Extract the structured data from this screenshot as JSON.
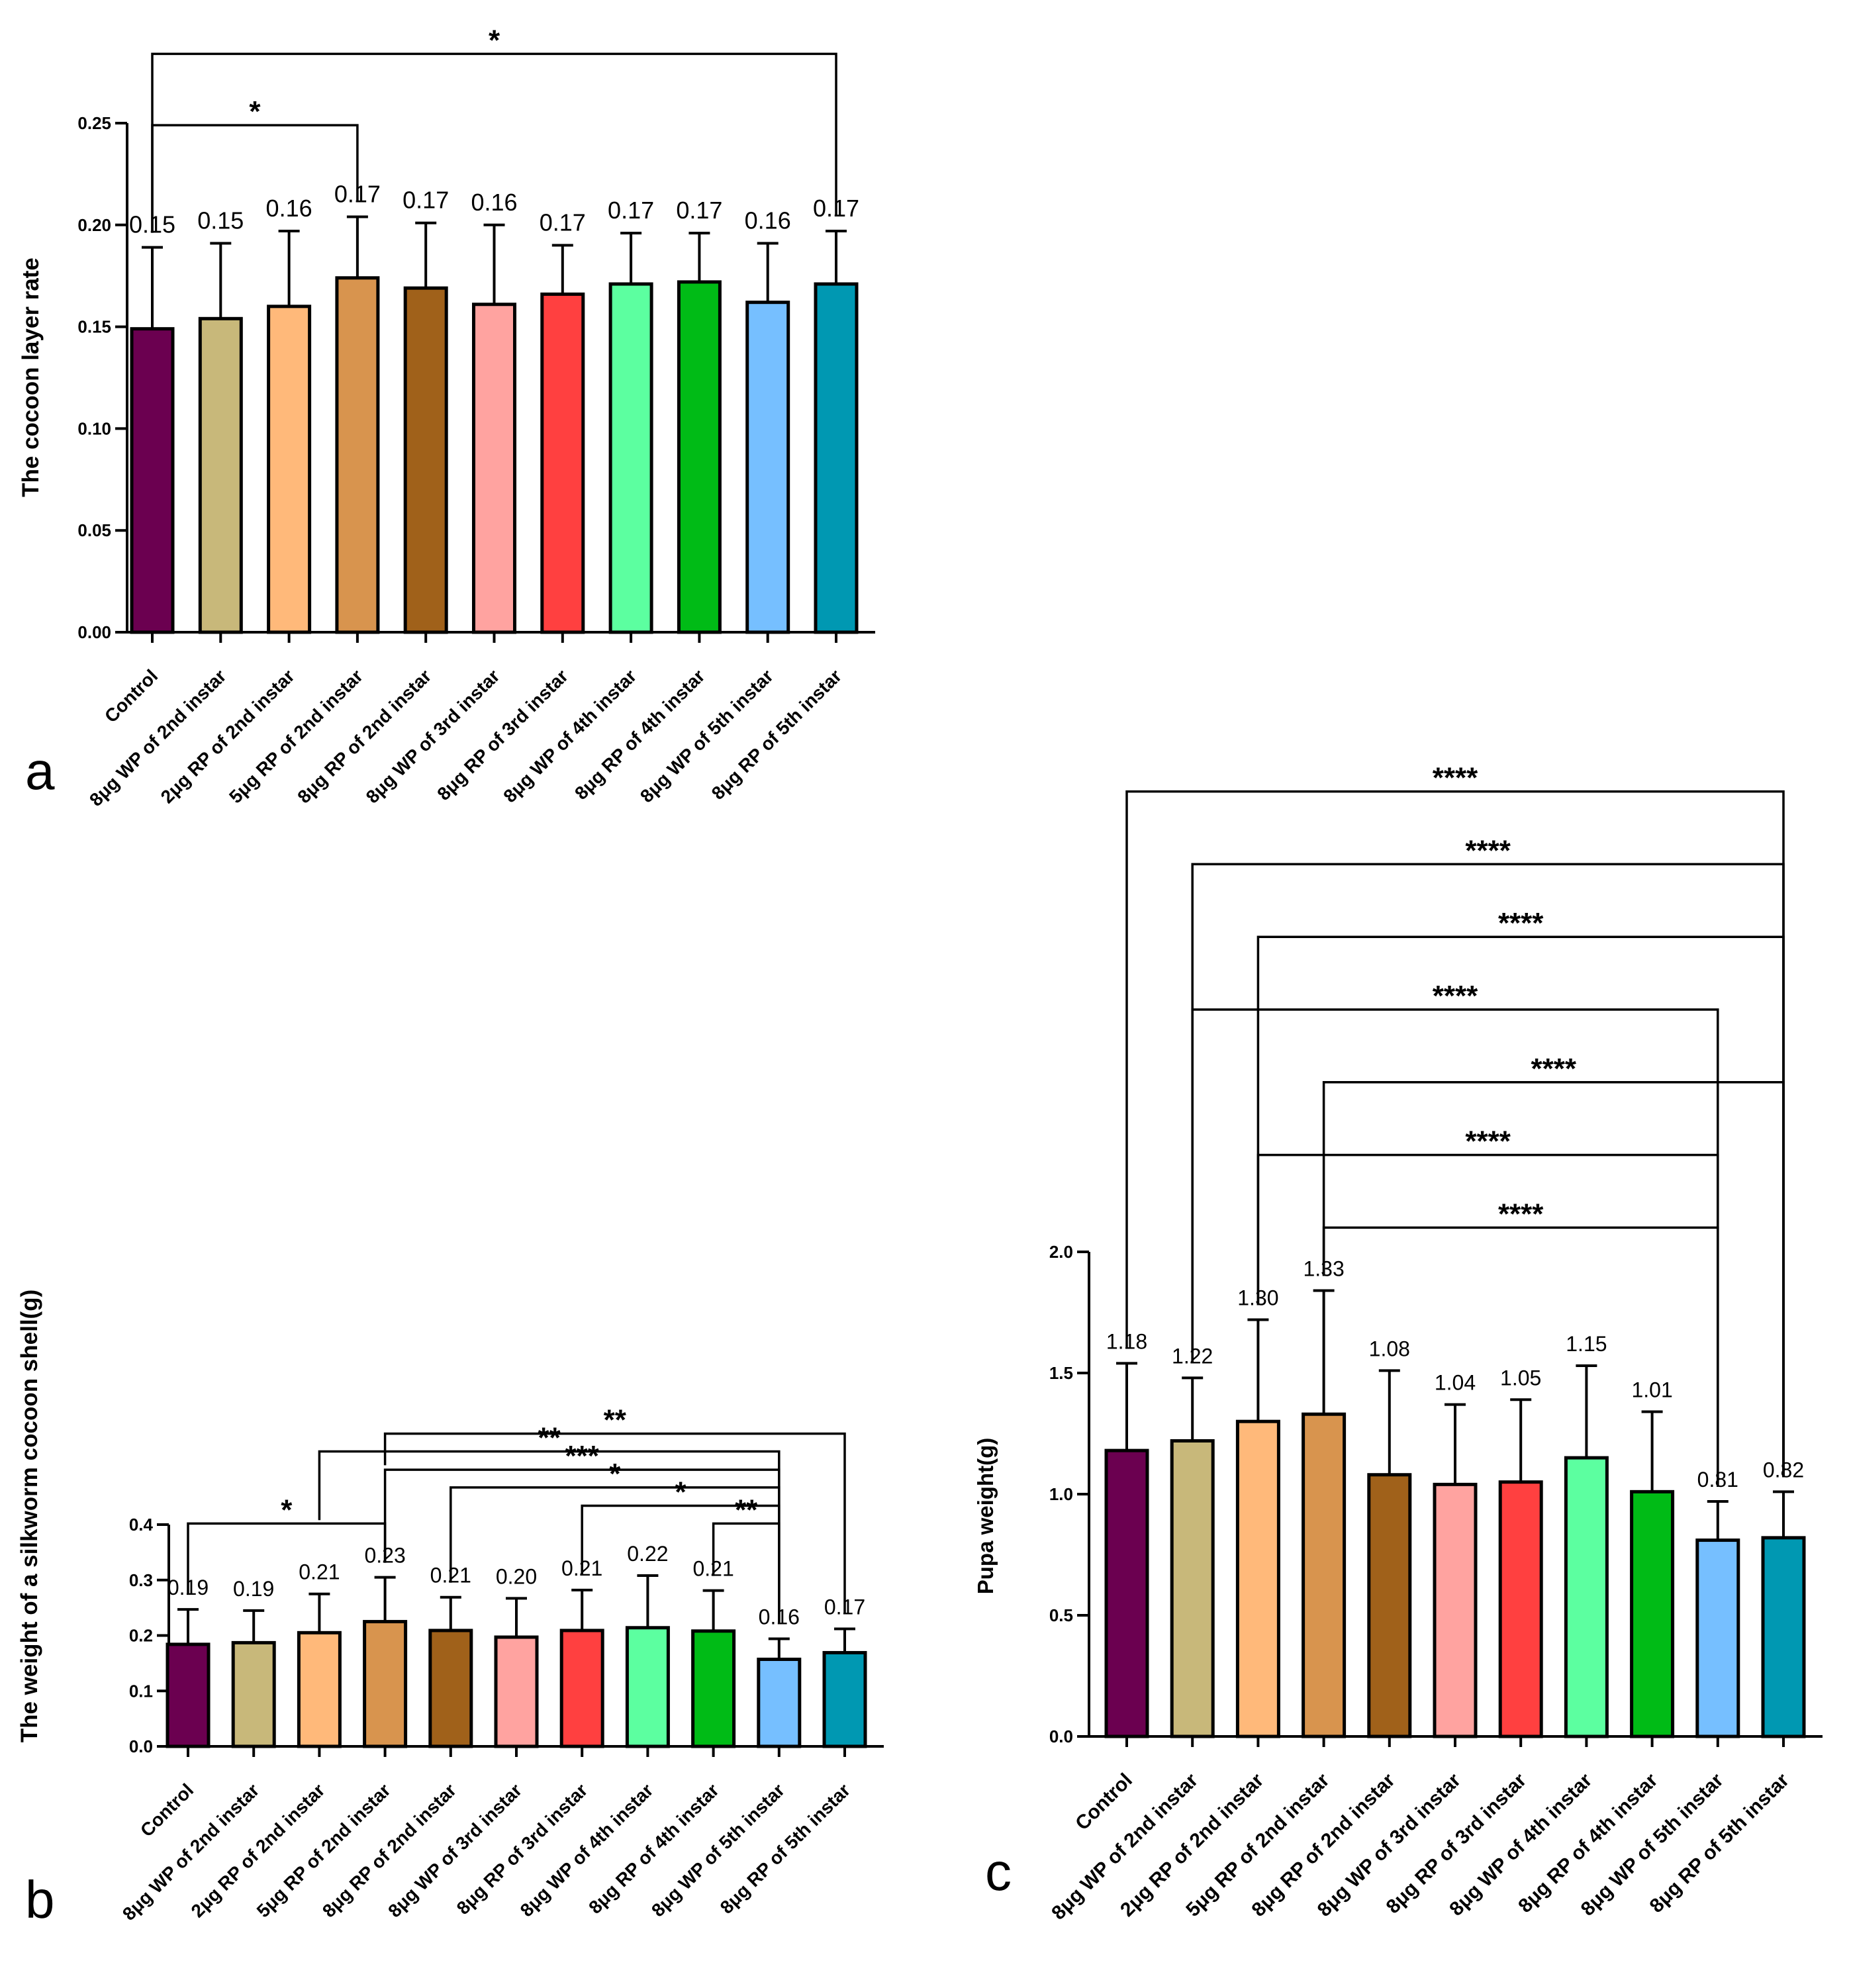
{
  "figure": {
    "categories": [
      "Control",
      "8μg WP of 2nd instar",
      "2μg RP of  2nd instar",
      "5μg RP of 2nd instar",
      "8μg RP of 2nd instar",
      "8μg WP of 3rd instar",
      "8μg RP of 3rd instar",
      "8μg WP of 4th instar",
      "8μg RP of 4th instar",
      "8μg WP of 5th instar",
      "8μg RP of 5th instar"
    ],
    "colors": [
      "#6b0050",
      "#c8b87a",
      "#ffb97a",
      "#d8944e",
      "#a0611a",
      "#ffa3a0",
      "#ff4040",
      "#5cffa0",
      "#00bb16",
      "#76bfff",
      "#0098b2"
    ]
  },
  "chart_data": [
    {
      "panel_label": "a",
      "type": "bar",
      "ylabel": "The cocoon layer rate",
      "ylim": [
        0,
        0.25
      ],
      "yticks": [
        "0.00",
        "0.05",
        "0.10",
        "0.15",
        "0.20",
        "0.25"
      ],
      "values": [
        0.149,
        0.154,
        0.16,
        0.174,
        0.169,
        0.161,
        0.166,
        0.171,
        0.172,
        0.162,
        0.171
      ],
      "errors": [
        0.04,
        0.037,
        0.037,
        0.03,
        0.032,
        0.039,
        0.024,
        0.025,
        0.024,
        0.029,
        0.026
      ],
      "data_labels": [
        "0.15",
        "0.15",
        "0.16",
        "0.17",
        "0.17",
        "0.16",
        "0.17",
        "0.17",
        "0.17",
        "0.16",
        "0.17"
      ],
      "brackets": [
        {
          "from": 0,
          "to": 3,
          "stars": "*",
          "level": 0.249
        },
        {
          "from": 0,
          "to": 10,
          "stars": "*",
          "level": 0.284
        }
      ]
    },
    {
      "panel_label": "b",
      "type": "bar",
      "ylabel": "The weight of a silkworm cocoon shell(g)",
      "ylim": [
        0,
        0.4
      ],
      "yticks": [
        "0.0",
        "0.1",
        "0.2",
        "0.3",
        "0.4"
      ],
      "values": [
        0.184,
        0.187,
        0.205,
        0.225,
        0.209,
        0.197,
        0.209,
        0.214,
        0.208,
        0.157,
        0.169
      ],
      "errors": [
        0.063,
        0.058,
        0.07,
        0.08,
        0.06,
        0.07,
        0.073,
        0.094,
        0.073,
        0.037,
        0.043
      ],
      "data_labels": [
        "0.19",
        "0.19",
        "0.21",
        "0.23",
        "0.21",
        "0.20",
        "0.21",
        "0.22",
        "0.21",
        "0.16",
        "0.17"
      ],
      "brackets": [
        {
          "from": 8,
          "to": 9,
          "stars": "**",
          "level": 0.402
        },
        {
          "from": 0,
          "to": 3,
          "stars": "*",
          "level": 0.402
        },
        {
          "from": 6,
          "to": 9,
          "stars": "*",
          "level": 0.434
        },
        {
          "from": 4,
          "to": 9,
          "stars": "*",
          "level": 0.467
        },
        {
          "from": 3,
          "to": 9,
          "stars": "***",
          "level": 0.499
        },
        {
          "from": 2,
          "to": 9,
          "stars": "**",
          "level": 0.532,
          "from_level": 0.408
        },
        {
          "from": 3,
          "to": 10,
          "stars": "**",
          "level": 0.564,
          "from_level": 0.507
        }
      ]
    },
    {
      "panel_label": "c",
      "type": "bar",
      "ylabel": "Pupa weight(g)",
      "ylim": [
        0,
        2.0
      ],
      "yticks": [
        "0.0",
        "0.5",
        "1.0",
        "1.5",
        "2.0"
      ],
      "values": [
        1.18,
        1.22,
        1.3,
        1.33,
        1.08,
        1.04,
        1.05,
        1.15,
        1.01,
        0.81,
        0.82
      ],
      "errors": [
        0.36,
        0.26,
        0.42,
        0.51,
        0.43,
        0.33,
        0.34,
        0.38,
        0.33,
        0.16,
        0.19
      ],
      "data_labels": [
        "1.18",
        "1.22",
        "1.30",
        "1.33",
        "1.08",
        "1.04",
        "1.05",
        "1.15",
        "1.01",
        "0.81",
        "0.82"
      ],
      "brackets": [
        {
          "from": 3,
          "to": 9,
          "stars": "****",
          "level": 2.1
        },
        {
          "from": 2,
          "to": 9,
          "stars": "****",
          "level": 2.4
        },
        {
          "from": 3,
          "to": 10,
          "stars": "****",
          "level": 2.7
        },
        {
          "from": 1,
          "to": 9,
          "stars": "****",
          "level": 3.0
        },
        {
          "from": 2,
          "to": 10,
          "stars": "****",
          "level": 3.3
        },
        {
          "from": 1,
          "to": 10,
          "stars": "****",
          "level": 3.6
        },
        {
          "from": 0,
          "to": 10,
          "stars": "****",
          "level": 3.9
        }
      ]
    }
  ]
}
